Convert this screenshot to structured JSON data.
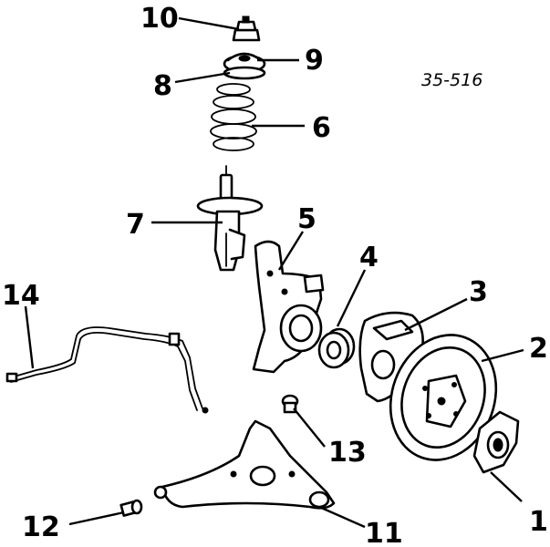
{
  "diagram": {
    "part_number": "35-516",
    "callouts": [
      "10",
      "9",
      "8",
      "6",
      "7",
      "5",
      "4",
      "3",
      "14",
      "2",
      "13",
      "1",
      "12",
      "11"
    ]
  },
  "colors": {
    "ink": "#000000",
    "paper": "#ffffff"
  }
}
